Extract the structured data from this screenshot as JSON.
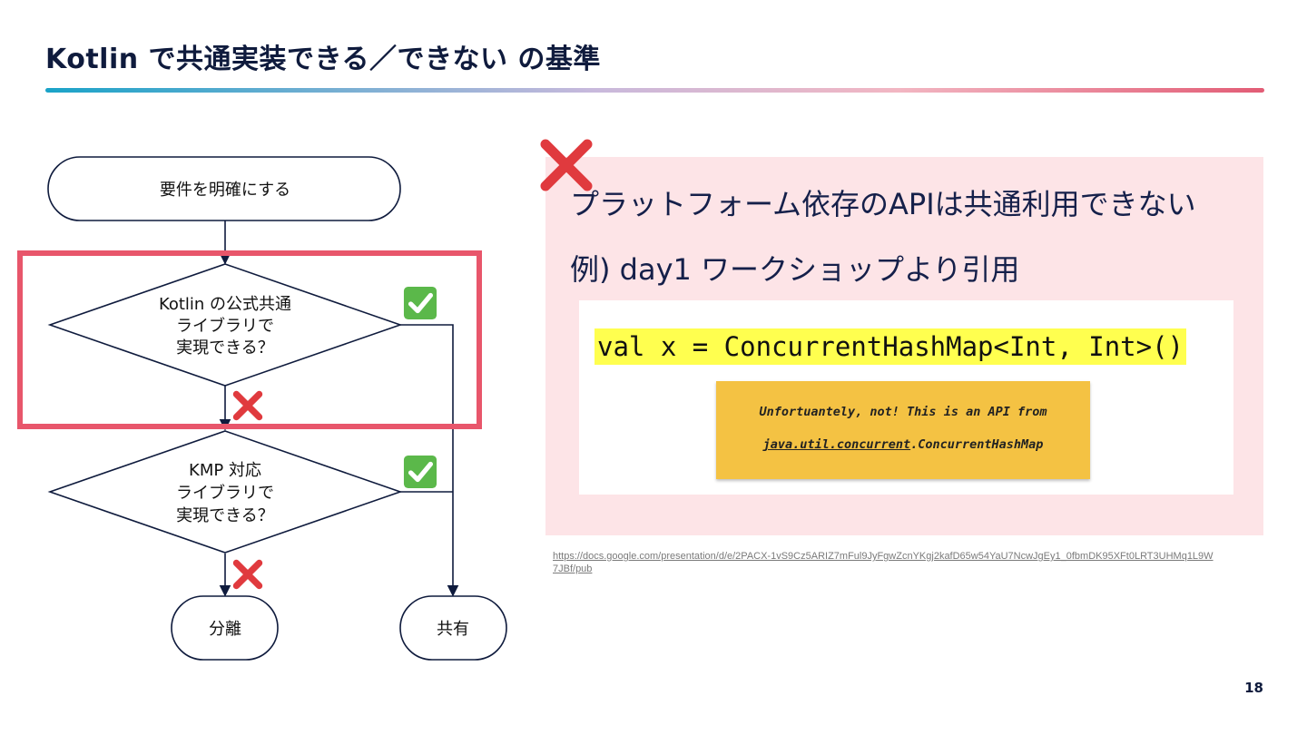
{
  "title": "Kotlin で共通実装できる／できない の基準",
  "flowchart": {
    "start_label": "要件を明確にする",
    "decision1_lines": [
      "Kotlin の公式共通",
      "ライブラリで",
      "実現できる？"
    ],
    "decision2_lines": [
      "KMP 対応",
      "ライブラリで",
      "実現できる？"
    ],
    "end_separate_label": "分離",
    "end_share_label": "共有",
    "yes_icon": "check-mark-icon",
    "no_icon": "cross-mark-icon"
  },
  "panel": {
    "icon": "cross-mark-icon",
    "line1": "プラットフォーム依存のAPIは共通利用できない",
    "line2": "例) day1 ワークショップより引用",
    "code": "val x = ConcurrentHashMap<Int, Int>()",
    "note_line1": "Unfortuantely, not! This is an API from",
    "note_link": "java.util.concurrent",
    "note_suffix": ".ConcurrentHashMap",
    "source_url": "https://docs.google.com/presentation/d/e/2PACX-1vS9Cz5ARIZ7mFul9JyFgwZcnYKgj2kafD65w54YaU7NcwJgEy1_0fbmDK95XFt0LRT3UHMq1L9W7JBf/pub"
  },
  "page_number": "18",
  "colors": {
    "title": "#0f1b3d",
    "highlight_box": "#e8566b",
    "panel_bg": "#fde4e7",
    "code_highlight": "#ffff4f",
    "note_bg": "#f4c243",
    "check_green": "#5bb84a",
    "cross_red": "#e03a3e"
  }
}
